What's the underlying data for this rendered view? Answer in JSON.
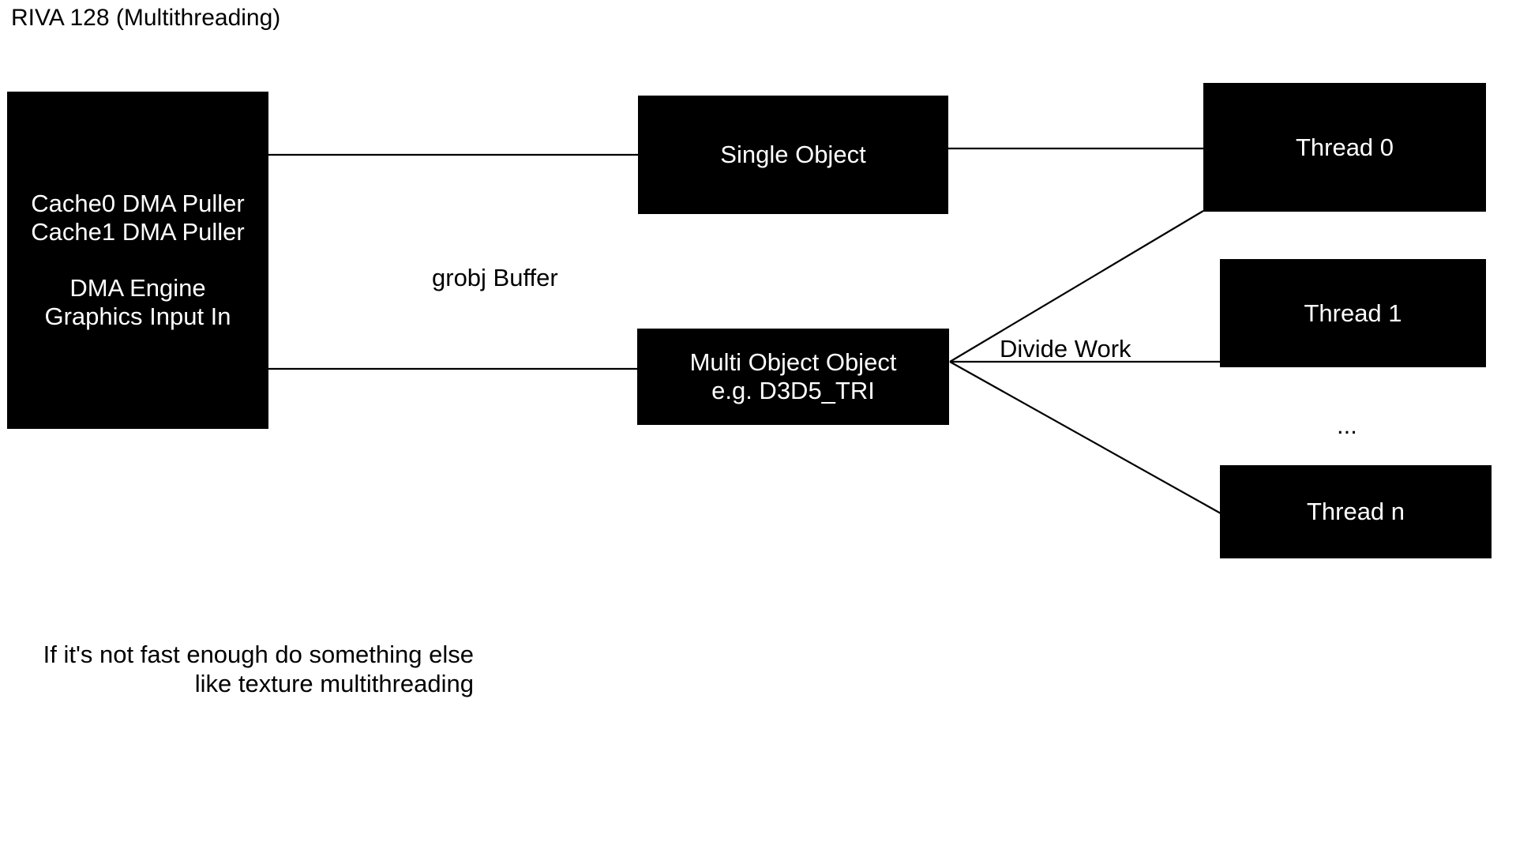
{
  "page": {
    "title": "RIVA 128 (Multithreading)",
    "background_color": "#ffffff",
    "node_fill_color": "#000000",
    "node_text_color": "#ffffff",
    "line_color": "#000000"
  },
  "nodes": {
    "pipeline": {
      "label": "Cache0 DMA Puller\nCache1 DMA Puller\n\nDMA Engine\nGraphics Input In"
    },
    "single_object": {
      "label": "Single Object"
    },
    "multi_object": {
      "label": "Multi Object Object\ne.g. D3D5_TRI"
    },
    "thread_0": {
      "label": "Thread 0"
    },
    "thread_1": {
      "label": "Thread 1"
    },
    "thread_n": {
      "label": "Thread n"
    }
  },
  "labels": {
    "grobj_buffer": "grobj Buffer",
    "divide_work": "Divide Work",
    "ellipsis": "...",
    "footnote": "If it's not fast enough do something else\nlike texture multithreading"
  },
  "connections": [
    {
      "name": "pipeline-to-single-object",
      "from": "pipeline",
      "to": "single_object",
      "style": "straight"
    },
    {
      "name": "pipeline-to-multi-object",
      "from": "pipeline",
      "to": "multi_object",
      "style": "straight"
    },
    {
      "name": "single-object-to-thread-0",
      "from": "single_object",
      "to": "thread_0",
      "style": "straight"
    },
    {
      "name": "multi-object-to-thread-0",
      "from": "multi_object",
      "to": "thread_0",
      "style": "diagonal"
    },
    {
      "name": "multi-object-to-thread-1",
      "from": "multi_object",
      "to": "thread_1",
      "style": "straight"
    },
    {
      "name": "multi-object-to-thread-n",
      "from": "multi_object",
      "to": "thread_n",
      "style": "diagonal"
    }
  ]
}
